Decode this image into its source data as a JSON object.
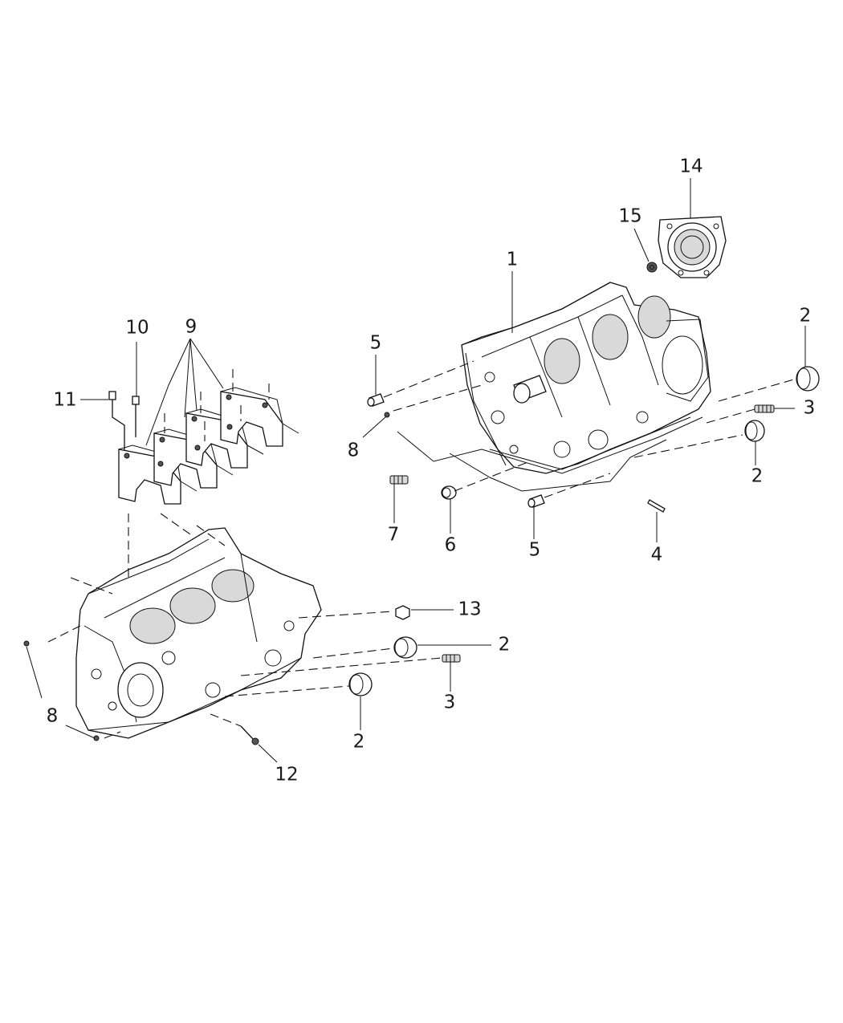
{
  "callouts": [
    {
      "id": "c1",
      "label": "1"
    },
    {
      "id": "c2a",
      "label": "2"
    },
    {
      "id": "c2b",
      "label": "2"
    },
    {
      "id": "c2c",
      "label": "2"
    },
    {
      "id": "c2d",
      "label": "2"
    },
    {
      "id": "c3a",
      "label": "3"
    },
    {
      "id": "c3b",
      "label": "3"
    },
    {
      "id": "c4",
      "label": "4"
    },
    {
      "id": "c5a",
      "label": "5"
    },
    {
      "id": "c5b",
      "label": "5"
    },
    {
      "id": "c6",
      "label": "6"
    },
    {
      "id": "c7",
      "label": "7"
    },
    {
      "id": "c8a",
      "label": "8"
    },
    {
      "id": "c8b",
      "label": "8"
    },
    {
      "id": "c9",
      "label": "9"
    },
    {
      "id": "c10",
      "label": "10"
    },
    {
      "id": "c11",
      "label": "11"
    },
    {
      "id": "c12",
      "label": "12"
    },
    {
      "id": "c13",
      "label": "13"
    },
    {
      "id": "c14",
      "label": "14"
    },
    {
      "id": "c15",
      "label": "15"
    }
  ]
}
